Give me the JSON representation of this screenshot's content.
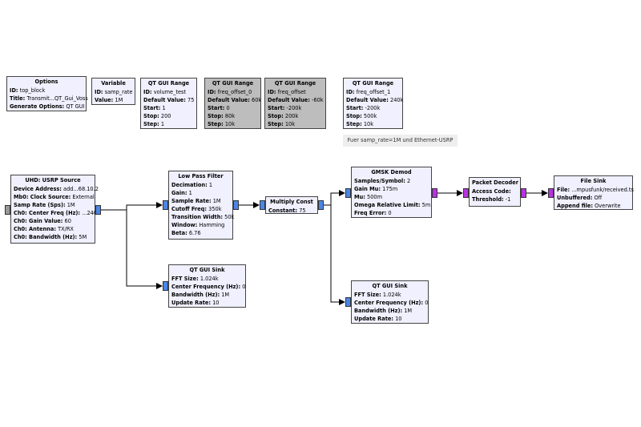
{
  "blocks": {
    "options": {
      "title": "Options",
      "params": [
        {
          "k": "ID:",
          "v": "top_block"
        },
        {
          "k": "Title:",
          "v": "Transmit...QT_Gui_Voss"
        },
        {
          "k": "Generate Options:",
          "v": "QT GUI"
        }
      ]
    },
    "variable": {
      "title": "Variable",
      "params": [
        {
          "k": "ID:",
          "v": "samp_rate"
        },
        {
          "k": "Value:",
          "v": "1M"
        }
      ]
    },
    "range_volume": {
      "title": "QT GUI Range",
      "params": [
        {
          "k": "ID:",
          "v": "volume_test"
        },
        {
          "k": "Default Value:",
          "v": "75"
        },
        {
          "k": "Start:",
          "v": "1"
        },
        {
          "k": "Stop:",
          "v": "200"
        },
        {
          "k": "Step:",
          "v": "1"
        }
      ]
    },
    "range_freq0": {
      "title": "QT GUI Range",
      "params": [
        {
          "k": "ID:",
          "v": "freq_offset_0"
        },
        {
          "k": "Default Value:",
          "v": "60k"
        },
        {
          "k": "Start:",
          "v": "0"
        },
        {
          "k": "Stop:",
          "v": "80k"
        },
        {
          "k": "Step:",
          "v": "10k"
        }
      ]
    },
    "range_freq": {
      "title": "QT GUI Range",
      "params": [
        {
          "k": "ID:",
          "v": "freq_offset"
        },
        {
          "k": "Default Value:",
          "v": "-60k"
        },
        {
          "k": "Start:",
          "v": "-200k"
        },
        {
          "k": "Stop:",
          "v": "200k"
        },
        {
          "k": "Step:",
          "v": "10k"
        }
      ]
    },
    "range_freq1": {
      "title": "QT GUI Range",
      "params": [
        {
          "k": "ID:",
          "v": "freq_offset_1"
        },
        {
          "k": "Default Value:",
          "v": "240k"
        },
        {
          "k": "Start:",
          "v": "-200k"
        },
        {
          "k": "Stop:",
          "v": "500k"
        },
        {
          "k": "Step:",
          "v": "10k"
        }
      ]
    },
    "usrp": {
      "title": "UHD: USRP Source",
      "params": [
        {
          "k": "Device Address:",
          "v": "add...68.10.2"
        },
        {
          "k": "Mb0: Clock Source:",
          "v": "External"
        },
        {
          "k": "Samp Rate (Sps):",
          "v": "1M"
        },
        {
          "k": "Ch0: Center Freq (Hz):",
          "v": "...24G"
        },
        {
          "k": "Ch0: Gain Value:",
          "v": "60"
        },
        {
          "k": "Ch0: Antenna:",
          "v": "TX/RX"
        },
        {
          "k": "Ch0: Bandwidth (Hz):",
          "v": "5M"
        }
      ]
    },
    "lpf": {
      "title": "Low Pass Filter",
      "params": [
        {
          "k": "Decimation:",
          "v": "1"
        },
        {
          "k": "Gain:",
          "v": "1"
        },
        {
          "k": "Sample Rate:",
          "v": "1M"
        },
        {
          "k": "Cutoff Freq:",
          "v": "350k"
        },
        {
          "k": "Transition Width:",
          "v": "50k"
        },
        {
          "k": "Window:",
          "v": "Hamming"
        },
        {
          "k": "Beta:",
          "v": "6.76"
        }
      ]
    },
    "mult": {
      "title": "Multiply Const",
      "params": [
        {
          "k": "Constant:",
          "v": "75"
        }
      ]
    },
    "gmsk": {
      "title": "GMSK Demod",
      "params": [
        {
          "k": "Samples/Symbol:",
          "v": "2"
        },
        {
          "k": "Gain Mu:",
          "v": "175m"
        },
        {
          "k": "Mu:",
          "v": "500m"
        },
        {
          "k": "Omega Relative Limit:",
          "v": "5m"
        },
        {
          "k": "Freq Error:",
          "v": "0"
        }
      ]
    },
    "packet": {
      "title": "Packet Decoder",
      "params": [
        {
          "k": "Access Code:",
          "v": ""
        },
        {
          "k": "Threshold:",
          "v": "-1"
        }
      ]
    },
    "filesink": {
      "title": "File Sink",
      "params": [
        {
          "k": "File:",
          "v": "...mpusfunk/received.ts"
        },
        {
          "k": "Unbuffered:",
          "v": "Off"
        },
        {
          "k": "Append file:",
          "v": "Overwrite"
        }
      ]
    },
    "sink1": {
      "title": "QT GUI Sink",
      "params": [
        {
          "k": "FFT Size:",
          "v": "1.024k"
        },
        {
          "k": "Center Frequency (Hz):",
          "v": "0"
        },
        {
          "k": "Bandwidth (Hz):",
          "v": "1M"
        },
        {
          "k": "Update Rate:",
          "v": "10"
        }
      ]
    },
    "sink2": {
      "title": "QT GUI Sink",
      "params": [
        {
          "k": "FFT Size:",
          "v": "1.024k"
        },
        {
          "k": "Center Frequency (Hz):",
          "v": "0"
        },
        {
          "k": "Bandwidth (Hz):",
          "v": "1M"
        },
        {
          "k": "Update Rate:",
          "v": "10"
        }
      ]
    }
  },
  "note": "Fuer samp_rate=1M und Ethernet-USRP",
  "colors": {
    "block_bg": "#f0f0ff",
    "disabled_bg": "#bdbdbd",
    "port_complex": "#4a86e8",
    "port_byte": "#b833e0"
  }
}
